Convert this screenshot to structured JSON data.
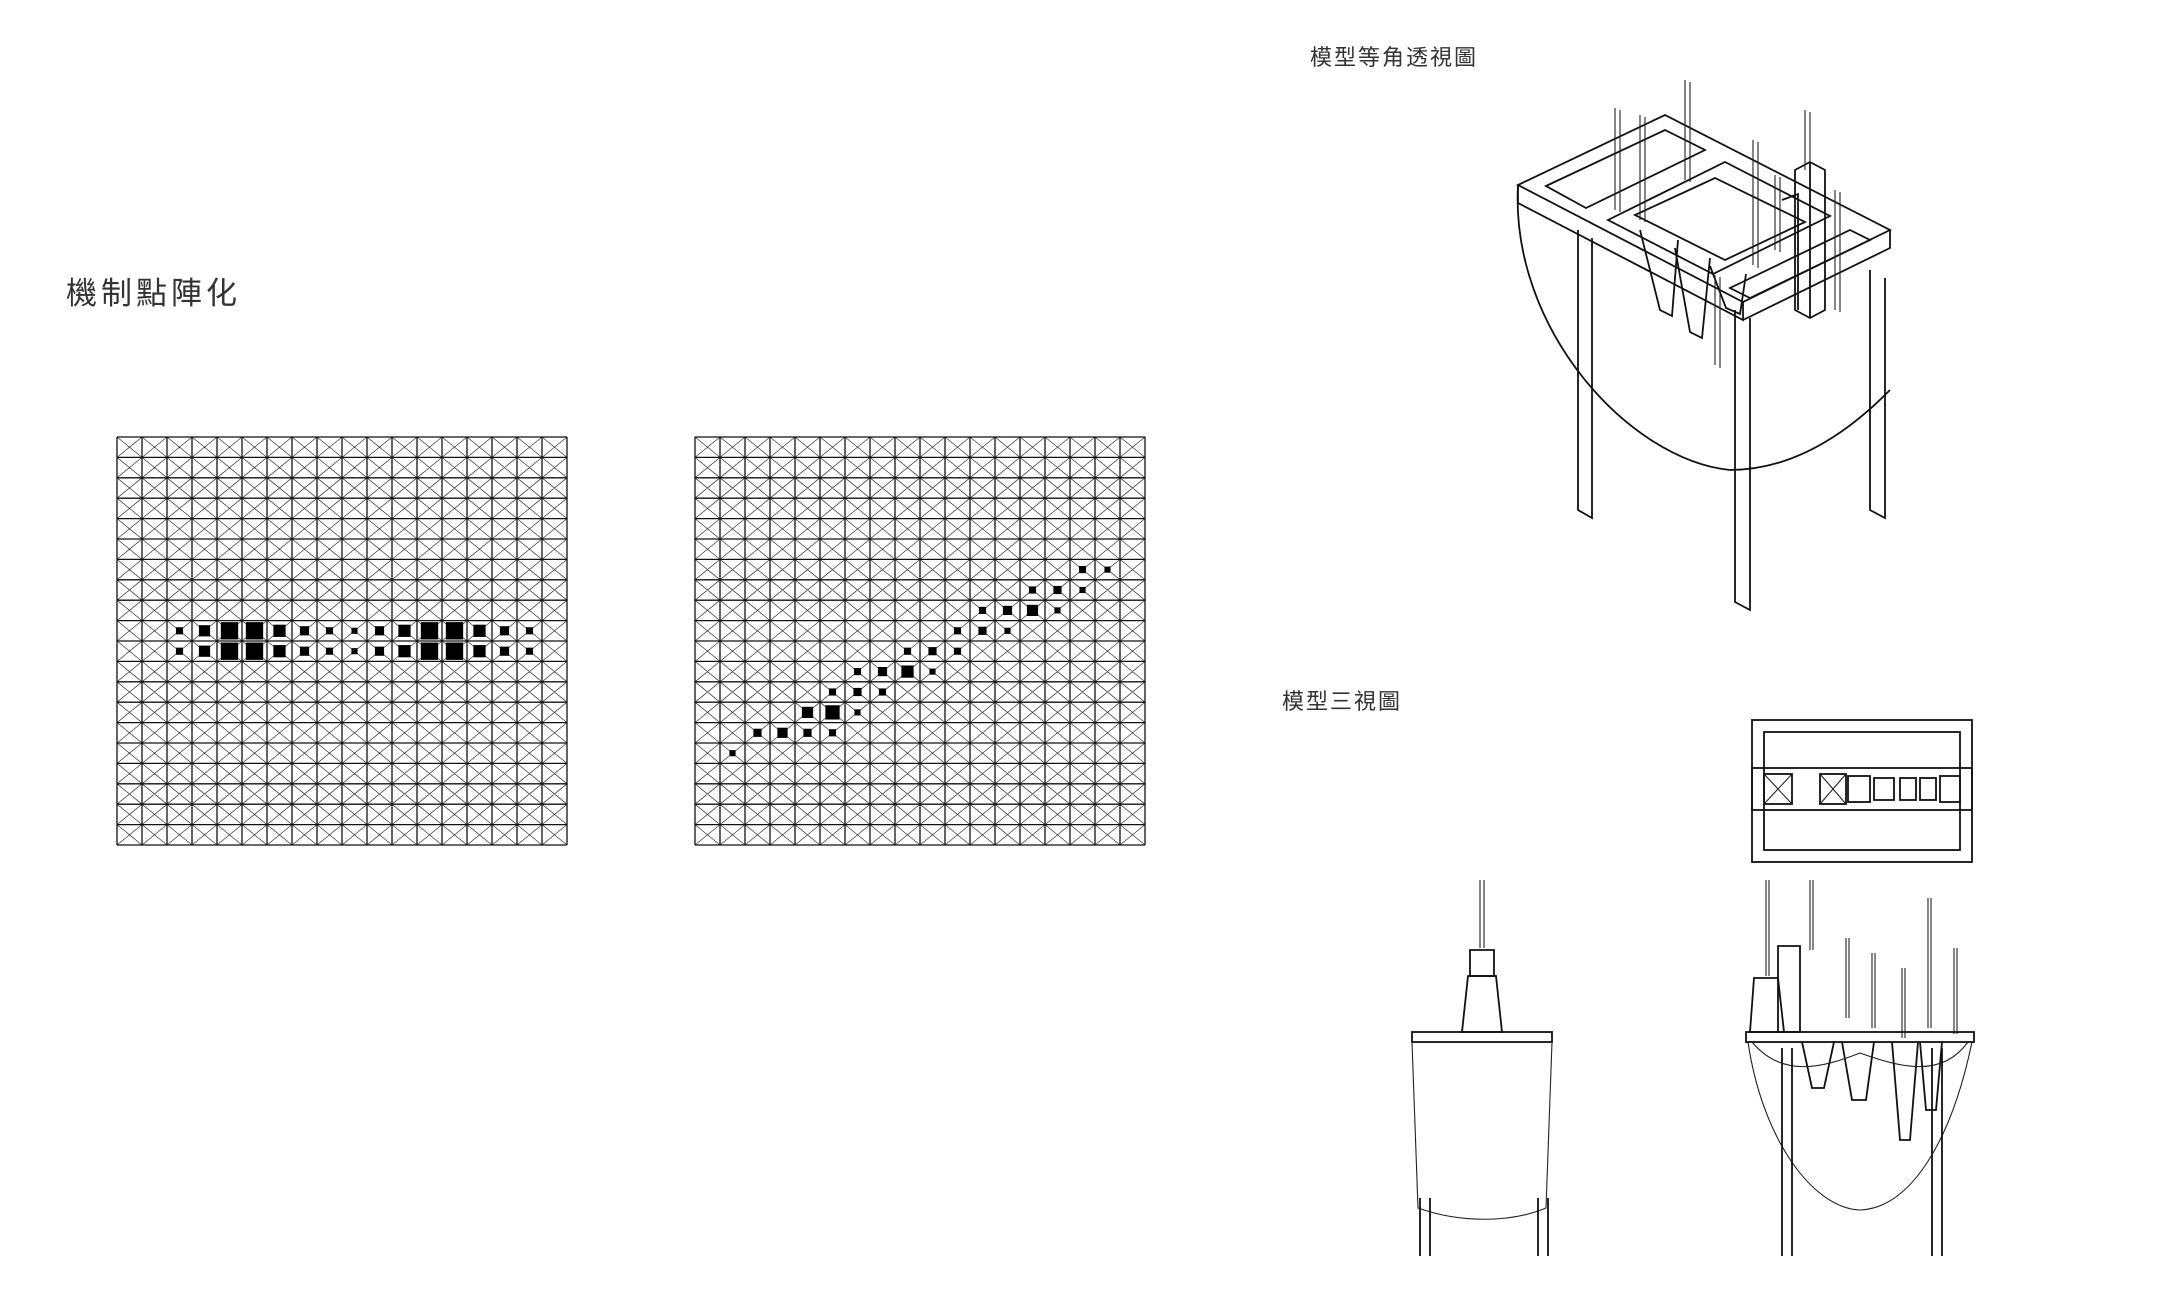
{
  "labels": {
    "main_title": "機制點陣化",
    "iso_title": "模型等角透視圖",
    "three_view_title": "模型三視圖"
  },
  "grids": [
    {
      "name": "horizontal",
      "cols": 18,
      "rows": 20,
      "marks": [
        {
          "c": 2,
          "r": 9,
          "s": 0.35
        },
        {
          "c": 3,
          "r": 9,
          "s": 0.55
        },
        {
          "c": 4,
          "r": 9,
          "s": 0.85
        },
        {
          "c": 5,
          "r": 9,
          "s": 0.85
        },
        {
          "c": 6,
          "r": 9,
          "s": 0.6
        },
        {
          "c": 7,
          "r": 9,
          "s": 0.45
        },
        {
          "c": 8,
          "r": 9,
          "s": 0.35
        },
        {
          "c": 9,
          "r": 9,
          "s": 0.3
        },
        {
          "c": 10,
          "r": 9,
          "s": 0.45
        },
        {
          "c": 11,
          "r": 9,
          "s": 0.6
        },
        {
          "c": 12,
          "r": 9,
          "s": 0.85
        },
        {
          "c": 13,
          "r": 9,
          "s": 0.85
        },
        {
          "c": 14,
          "r": 9,
          "s": 0.6
        },
        {
          "c": 15,
          "r": 9,
          "s": 0.45
        },
        {
          "c": 16,
          "r": 9,
          "s": 0.35
        },
        {
          "c": 2,
          "r": 10,
          "s": 0.35
        },
        {
          "c": 3,
          "r": 10,
          "s": 0.55
        },
        {
          "c": 4,
          "r": 10,
          "s": 0.85
        },
        {
          "c": 5,
          "r": 10,
          "s": 0.85
        },
        {
          "c": 6,
          "r": 10,
          "s": 0.6
        },
        {
          "c": 7,
          "r": 10,
          "s": 0.45
        },
        {
          "c": 8,
          "r": 10,
          "s": 0.35
        },
        {
          "c": 9,
          "r": 10,
          "s": 0.3
        },
        {
          "c": 10,
          "r": 10,
          "s": 0.45
        },
        {
          "c": 11,
          "r": 10,
          "s": 0.6
        },
        {
          "c": 12,
          "r": 10,
          "s": 0.85
        },
        {
          "c": 13,
          "r": 10,
          "s": 0.85
        },
        {
          "c": 14,
          "r": 10,
          "s": 0.6
        },
        {
          "c": 15,
          "r": 10,
          "s": 0.45
        },
        {
          "c": 16,
          "r": 10,
          "s": 0.35
        }
      ]
    },
    {
      "name": "diagonal",
      "cols": 18,
      "rows": 20,
      "marks": [
        {
          "c": 1,
          "r": 15,
          "s": 0.3
        },
        {
          "c": 2,
          "r": 14,
          "s": 0.4
        },
        {
          "c": 3,
          "r": 14,
          "s": 0.5
        },
        {
          "c": 4,
          "r": 13,
          "s": 0.55
        },
        {
          "c": 4,
          "r": 14,
          "s": 0.4
        },
        {
          "c": 5,
          "r": 13,
          "s": 0.7
        },
        {
          "c": 5,
          "r": 14,
          "s": 0.35
        },
        {
          "c": 6,
          "r": 12,
          "s": 0.4
        },
        {
          "c": 6,
          "r": 13,
          "s": 0.3
        },
        {
          "c": 5,
          "r": 12,
          "s": 0.35
        },
        {
          "c": 6,
          "r": 11,
          "s": 0.35
        },
        {
          "c": 7,
          "r": 11,
          "s": 0.45
        },
        {
          "c": 7,
          "r": 12,
          "s": 0.35
        },
        {
          "c": 8,
          "r": 11,
          "s": 0.6
        },
        {
          "c": 8,
          "r": 10,
          "s": 0.35
        },
        {
          "c": 9,
          "r": 10,
          "s": 0.4
        },
        {
          "c": 9,
          "r": 11,
          "s": 0.3
        },
        {
          "c": 10,
          "r": 10,
          "s": 0.35
        },
        {
          "c": 10,
          "r": 9,
          "s": 0.35
        },
        {
          "c": 11,
          "r": 9,
          "s": 0.4
        },
        {
          "c": 11,
          "r": 8,
          "s": 0.35
        },
        {
          "c": 12,
          "r": 8,
          "s": 0.45
        },
        {
          "c": 12,
          "r": 9,
          "s": 0.3
        },
        {
          "c": 13,
          "r": 8,
          "s": 0.55
        },
        {
          "c": 13,
          "r": 7,
          "s": 0.35
        },
        {
          "c": 14,
          "r": 7,
          "s": 0.4
        },
        {
          "c": 14,
          "r": 8,
          "s": 0.3
        },
        {
          "c": 15,
          "r": 7,
          "s": 0.3
        },
        {
          "c": 15,
          "r": 6,
          "s": 0.35
        },
        {
          "c": 16,
          "r": 6,
          "s": 0.3
        }
      ]
    }
  ]
}
